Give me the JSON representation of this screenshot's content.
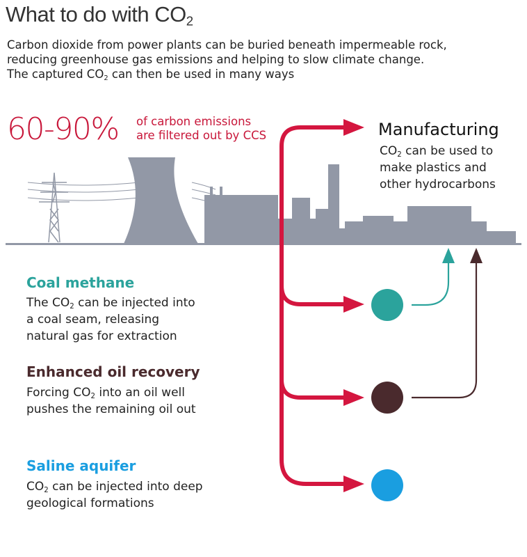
{
  "title": {
    "text": "What to do with CO",
    "sub": "2"
  },
  "intro": {
    "line1": "Carbon dioxide from power plants can be buried beneath impermeable rock,",
    "line2": "reducing greenhouse gas emissions and helping to slow climate change.",
    "line3_pre": "The captured CO",
    "line3_sub": "2",
    "line3_post": " can then be used in many ways"
  },
  "stat": {
    "value": "60-90%",
    "note_line1": "of carbon emissions",
    "note_line2": "are filtered out by CCS"
  },
  "manufacturing": {
    "heading": "Manufacturing",
    "line1_pre": "CO",
    "line1_sub": "2",
    "line1_post": " can be used to",
    "line2": "make plastics and",
    "line3": "other hydrocarbons"
  },
  "coal_methane": {
    "heading": "Coal methane",
    "line1_pre": "The CO",
    "line1_sub": "2",
    "line1_post": " can be injected into",
    "line2": "a coal seam, releasing",
    "line3": "natural gas for extraction"
  },
  "enhanced_oil": {
    "heading": "Enhanced oil recovery",
    "line1_pre": "Forcing CO",
    "line1_sub": "2",
    "line1_post": " into an oil well",
    "line2": "pushes the remaining oil out"
  },
  "saline": {
    "heading": "Saline aquifer",
    "line1_pre": "CO",
    "line1_sub": "2",
    "line1_post": " can be injected into deep",
    "line2": "geological formations"
  },
  "colors": {
    "pipe_red": "#d4163f",
    "coal_teal": "#2ba39c",
    "oil_brown": "#4a2a2d",
    "saline_blue": "#1a9ee0",
    "skyline_gray": "#9298a6"
  }
}
